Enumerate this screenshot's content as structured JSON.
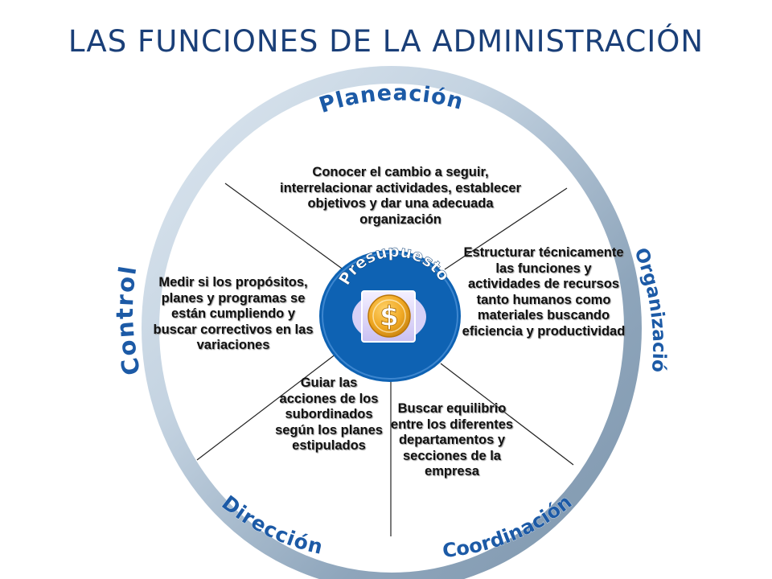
{
  "title": "LAS FUNCIONES DE LA ADMINISTRACIÓN",
  "colors": {
    "title": "#1a3f78",
    "ring_dark": "#7f97ae",
    "ring_light": "#dde7f0",
    "center": "#0e62b3",
    "coin": "#f0a823",
    "arc_label": "#1c5aa6"
  },
  "functions": {
    "planeacion": {
      "name": "Planeación",
      "text": "Conocer el cambio a seguir, interrelacionar actividades, establecer objetivos y dar una adecuada organización"
    },
    "organizacion": {
      "name": "Organización",
      "text": "Estructurar técnicamente las funciones y actividades de recursos tanto humanos como materiales buscando eficiencia y productividad"
    },
    "coordinacion": {
      "name": "Coordinación",
      "text": "Buscar equilibrio entre los diferentes departamentos y secciones de la empresa"
    },
    "direccion": {
      "name": "Dirección",
      "text": "Guiar las acciones de los subordinados según los planes estipulados"
    },
    "control": {
      "name": "Control",
      "text": "Medir si los propósitos, planes y programas se están cumpliendo y buscar correctivos en las variaciones"
    }
  },
  "center": {
    "label": "Presupuesto",
    "icon": "dollar-coin-icon",
    "symbol": "$"
  }
}
